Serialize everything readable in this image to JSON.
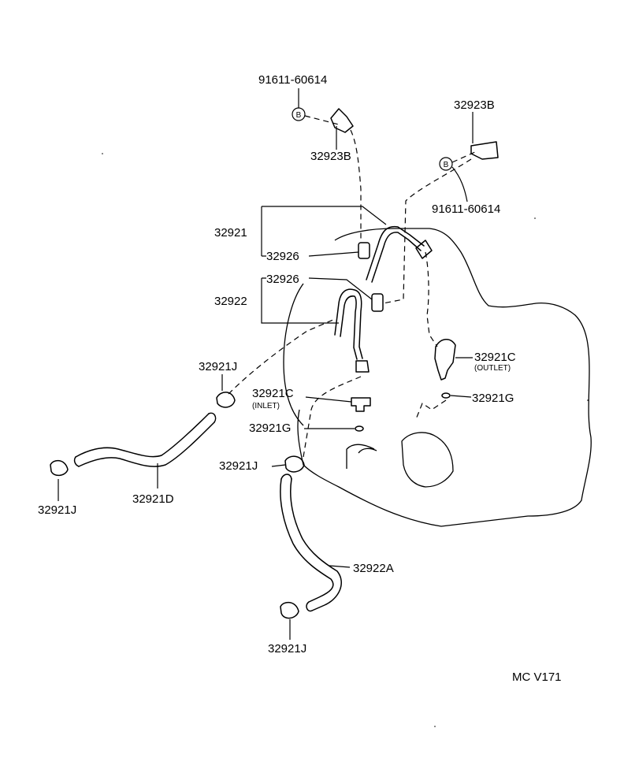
{
  "labels": {
    "bolt_top": "91611-60614",
    "bracket_top": "32923B",
    "bracket_right": "32923B",
    "bolt_right": "91611-60614",
    "b_marker_top": "B",
    "b_marker_right": "B",
    "pipe_group_1": "32921",
    "hose_upper_1": "32926",
    "hose_upper_2": "32926",
    "pipe_group_2": "32922",
    "union_outlet": "32921C",
    "union_outlet_note": "(OUTLET)",
    "gasket_outlet": "32921G",
    "clip_left_upper": "32921J",
    "union_inlet": "32921C",
    "union_inlet_note": "(INLET)",
    "gasket_inlet": "32921G",
    "clip_middle": "32921J",
    "clip_left_lower": "32921J",
    "hose_left": "32921D",
    "hose_lower": "32922A",
    "clip_bottom": "32921J",
    "diagram_code": "MC V171"
  }
}
